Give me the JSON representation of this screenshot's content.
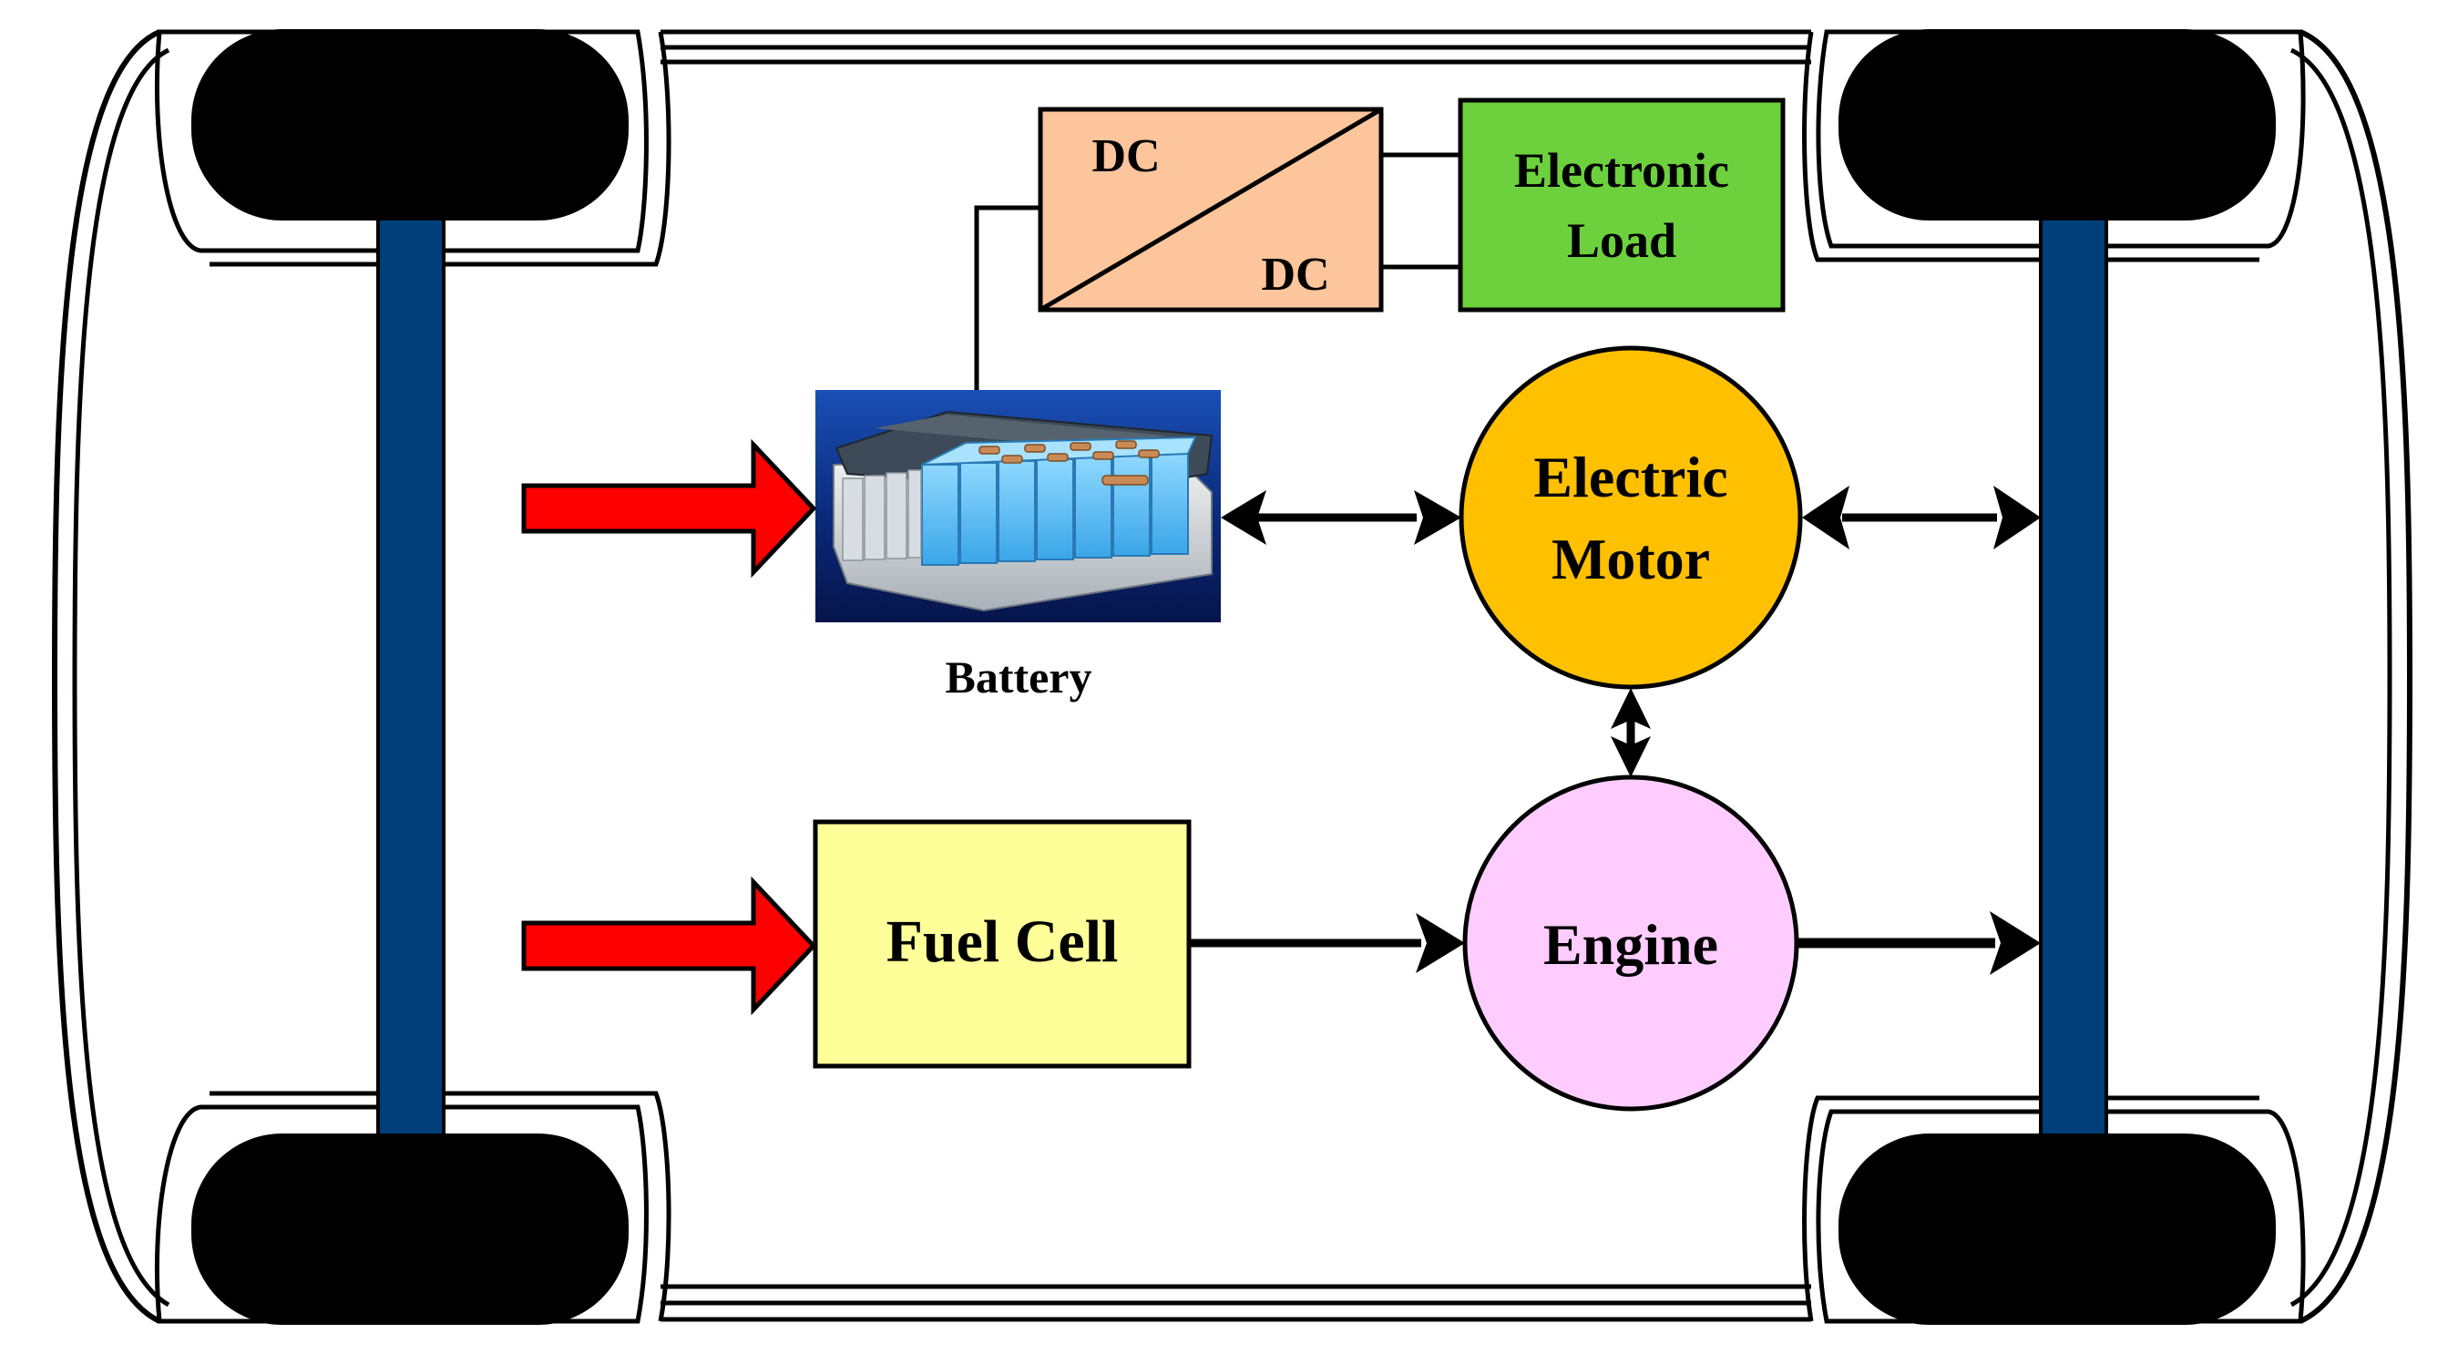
{
  "colors": {
    "axle": "#003f7a",
    "wheel": "#000000",
    "dcdc": "#fcc59b",
    "load": "#6dd13d",
    "motor": "#ffc000",
    "engine": "#ffccff",
    "fuel_cell": "#ffff99",
    "input_arrow": "#ff0000"
  },
  "dcdc": {
    "top": "DC",
    "bottom": "DC"
  },
  "load": {
    "line1": "Electronic",
    "line2": "Load"
  },
  "battery": {
    "label": "Battery"
  },
  "motor": {
    "line1": "Electric",
    "line2": "Motor"
  },
  "engine": {
    "label": "Engine"
  },
  "fuel_cell": {
    "label": "Fuel Cell"
  }
}
